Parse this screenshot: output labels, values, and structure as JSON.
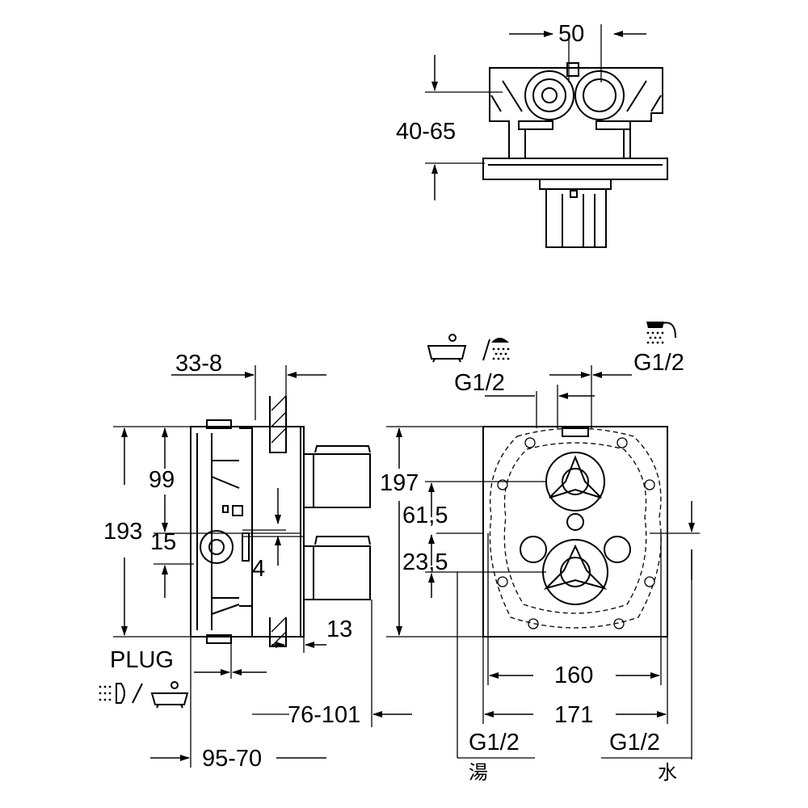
{
  "dimensions": {
    "top_width": "50",
    "top_depth": "40-65",
    "wall_offset": "33-8",
    "height_upper": "99",
    "height_total": "193",
    "height_plug": "15",
    "small_offset": "4",
    "tile_depth": "13",
    "install_depth": "76-101",
    "body_depth": "95-70",
    "plate_height": "197",
    "axis_upper": "61,5",
    "axis_lower": "23,5",
    "plate_inner_width": "160",
    "plate_width": "171"
  },
  "connections": {
    "outlet_bath_shower": "G1/2",
    "outlet_handshower": "G1/2",
    "inlet_hot": "G1/2",
    "inlet_cold": "G1/2",
    "hot_label": "湯",
    "cold_label": "水",
    "plug_label": "PLUG"
  },
  "icons": [
    "bathtub-icon",
    "shower-head-icon",
    "hand-shower-icon",
    "body-jets-icon"
  ],
  "colors": {
    "line": "#000000",
    "background": "#ffffff"
  }
}
